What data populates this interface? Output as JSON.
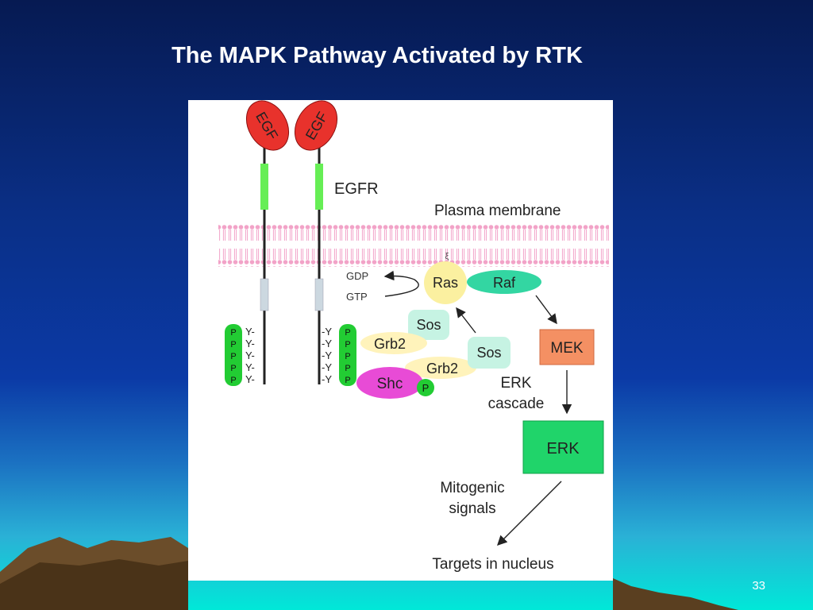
{
  "slide": {
    "title": "The MAPK Pathway Activated by RTK",
    "slide_number": "33"
  },
  "diagram": {
    "ligands": [
      "EGF",
      "EGF"
    ],
    "receptor_label": "EGFR",
    "membrane_label": "Plasma membrane",
    "gdp_label": "GDP",
    "gtp_label": "GTP",
    "phospho_label": "P",
    "tyrosine_left": "Y-",
    "tyrosine_right": "-Y",
    "proteins": {
      "ras": "Ras",
      "raf": "Raf",
      "mek": "MEK",
      "erk": "ERK",
      "sos_upper": "Sos",
      "sos_lower": "Sos",
      "grb2_upper": "Grb2",
      "grb2_lower": "Grb2",
      "shc": "Shc"
    },
    "erk_cascade": [
      "ERK",
      "cascade"
    ],
    "mitogenic_signals": [
      "Mitogenic",
      "signals"
    ],
    "targets_label": "Targets in nucleus"
  },
  "colors": {
    "ligand": "#e8322c",
    "receptor_band": "#66ee55",
    "ras": "#fbf0a0",
    "raf": "#33d6a2",
    "mek": "#f49063",
    "erk": "#20d46a",
    "sos": "#c6f3e3",
    "grb2": "#fff3bb",
    "shc": "#e84bd6",
    "phosphate": "#22cc33",
    "membrane": "#f2a3c8"
  }
}
